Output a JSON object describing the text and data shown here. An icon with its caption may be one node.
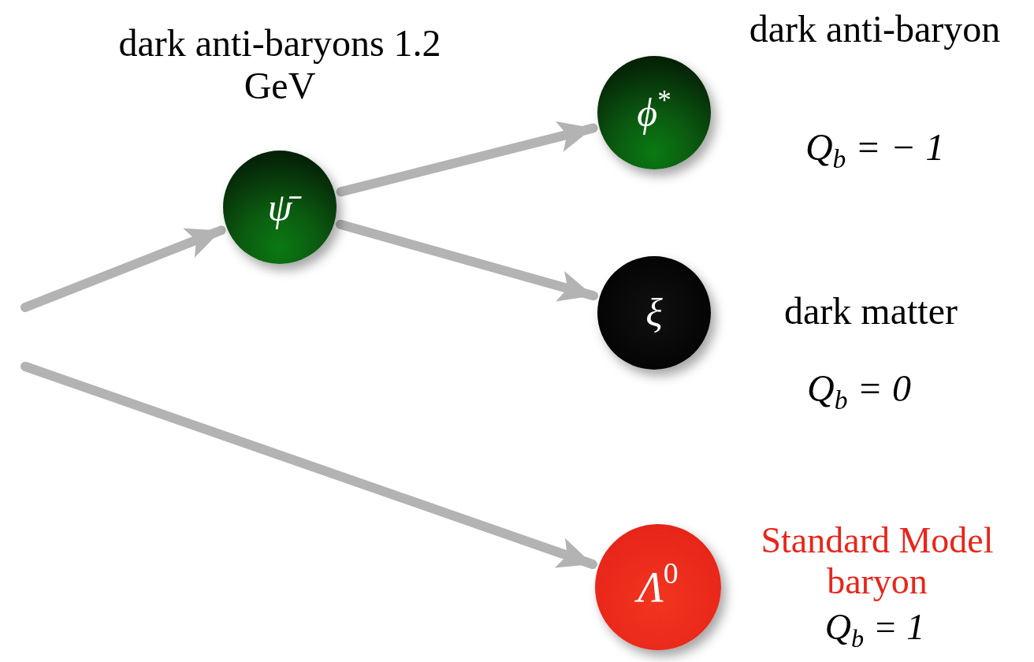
{
  "diagram": {
    "nodes": [
      {
        "text": [
          "ψ̄"
        ],
        "beside": [
          "dark anti-baryons 1.2 GeV"
        ]
      },
      {
        "text": [
          "ϕ$^{*}$"
        ],
        "beside": [
          "dark anti-baryon",
          "Q$_{b}$ = − 1"
        ]
      },
      {
        "text": [
          "ξ"
        ],
        "beside": [
          "dark matter",
          "Q$_{b}$ = 0"
        ]
      },
      {
        "text": [
          "Λ$^{0}$"
        ],
        "beside": [
          "Standard Model baryon",
          "Q$_{b}$ = 1"
        ]
      }
    ],
    "edges": [
      {
        "from": null,
        "to": 0,
        "arrow": "to"
      },
      {
        "from": 0,
        "to": 1,
        "arrow": "to"
      },
      {
        "from": 0,
        "to": 2,
        "arrow": "to"
      },
      {
        "from": null,
        "to": 3,
        "arrow": "to"
      }
    ]
  }
}
